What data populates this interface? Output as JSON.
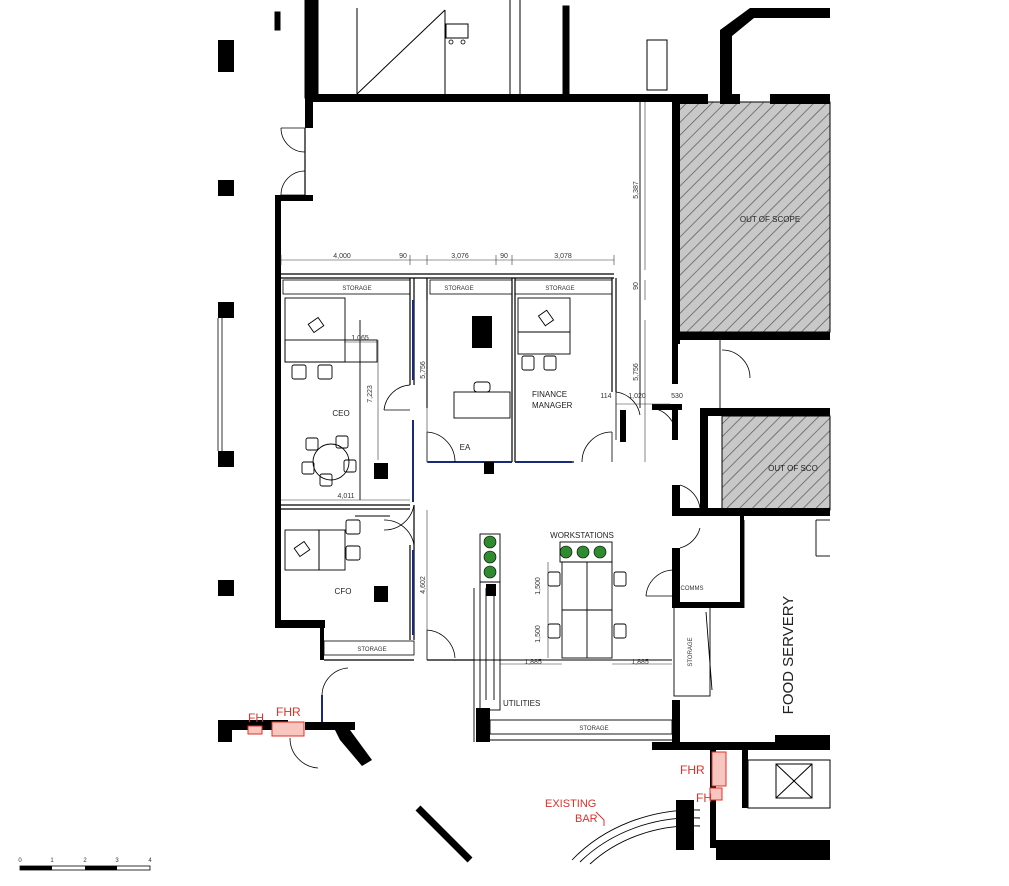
{
  "rooms": {
    "ceo": "CEO",
    "cfo": "CFO",
    "ea": "EA",
    "finance_1": "FINANCE",
    "finance_2": "MANAGER",
    "workstations": "WORKSTATIONS",
    "utilities": "UTILITIES",
    "comms": "COMMS",
    "food_servery": "FOOD SERVERY",
    "out_of_scope_1": "OUT OF SCOPE",
    "out_of_scope_2": "OUT OF SCO"
  },
  "storage": {
    "ceo": "STORAGE",
    "ea": "STORAGE",
    "finance": "STORAGE",
    "cfo": "STORAGE",
    "bottom": "STORAGE",
    "right": "STORAGE"
  },
  "dimensions": {
    "d4000": "4,000",
    "d90a": "90",
    "d3076": "3,076",
    "d90b": "90",
    "d3078": "3,078",
    "d5387": "5,387",
    "d90c": "90",
    "d1065": "1,065",
    "d5756a": "5,756",
    "d5756b": "5,756",
    "d7223": "7,223",
    "d114": "114",
    "d1020": "1,020",
    "d530": "530",
    "d4011": "4,011",
    "d4602": "4,602",
    "d1500a": "1,500",
    "d1500b": "1,500",
    "d1885a": "1,885",
    "d1885b": "1,885"
  },
  "fire": {
    "fh_left": "FH",
    "fhr_left": "FHR",
    "fhr_right": "FHR",
    "fh_right": "FH",
    "existing_1": "EXISTING",
    "existing_2": "BAR"
  },
  "scale": {
    "s0": "0",
    "s1": "1",
    "s2": "2",
    "s3": "3",
    "s4": "4"
  },
  "colors": {
    "wall": "#000000",
    "fire_red": "#e0302a",
    "fire_fill": "#f6c6bf",
    "plant": "#2e8b2e",
    "glazing": "#1a2a7a",
    "hatch": "#555555"
  }
}
